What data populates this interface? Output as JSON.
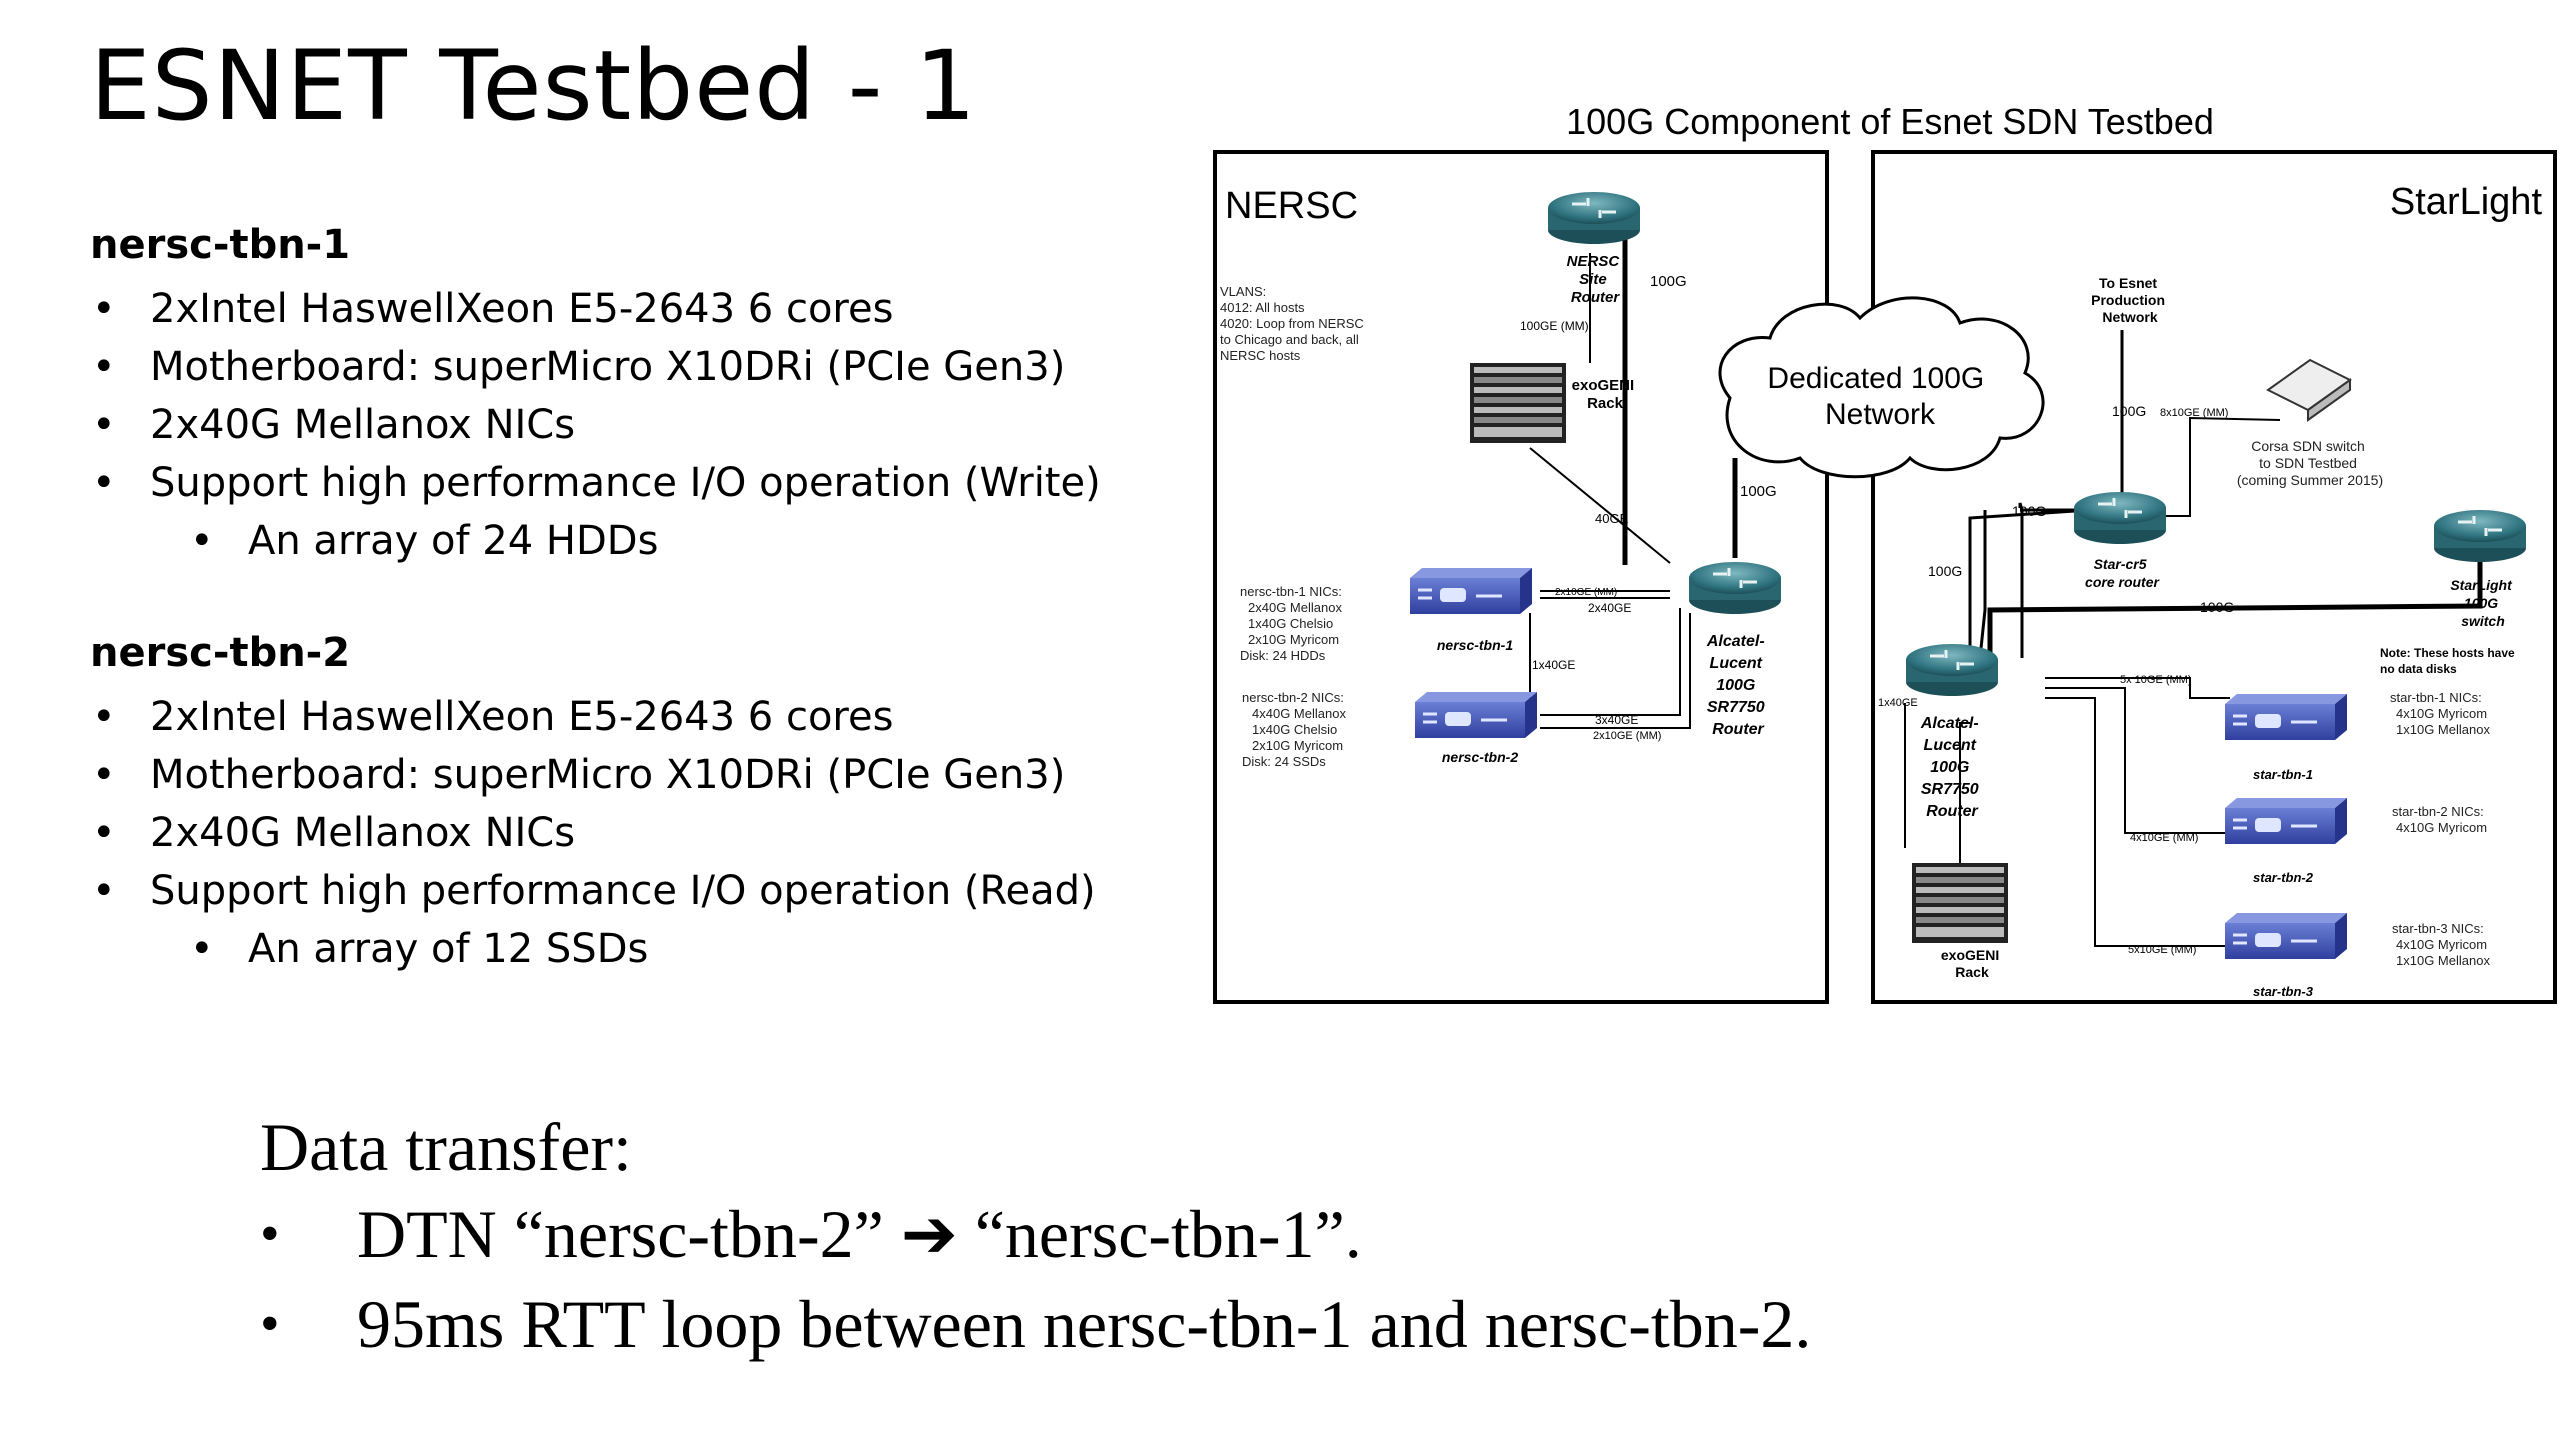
{
  "title": "ESNET Testbed - 1",
  "hosts": [
    {
      "name": "nersc-tbn-1",
      "bullets": [
        "2xIntel HaswellXeon E5-2643 6 cores",
        "Motherboard: superMicro X10DRi (PCIe Gen3)",
        "2x40G Mellanox NICs",
        "Support high performance I/O operation (Write)"
      ],
      "sub_bullet": "An array of 24 HDDs"
    },
    {
      "name": "nersc-tbn-2",
      "bullets": [
        "2xIntel HaswellXeon E5-2643 6 cores",
        "Motherboard: superMicro X10DRi (PCIe Gen3)",
        "2x40G Mellanox NICs",
        "Support high performance I/O operation (Read)"
      ],
      "sub_bullet": "An array of 12 SSDs"
    }
  ],
  "transfer": {
    "heading": "Data transfer:",
    "items": [
      "DTN “nersc-tbn-2” ➔ “nersc-tbn-1”.",
      "95ms RTT loop between nersc-tbn-1 and nersc-tbn-2."
    ]
  },
  "diagram": {
    "title": "100G Component of Esnet SDN Testbed",
    "nersc": {
      "label": "NERSC",
      "vlans": [
        "VLANS:",
        "4012: All hosts",
        "4020: Loop from NERSC",
        "to Chicago and back, all",
        "NERSC hosts"
      ],
      "site_router": [
        "NERSC",
        "Site",
        "Router"
      ],
      "exogeni": [
        "exoGENI",
        "Rack"
      ],
      "alcatel": [
        "Alcatel-",
        "Lucent",
        "100G",
        "SR7750",
        "Router"
      ],
      "tbn1_label": "nersc-tbn-1",
      "tbn2_label": "nersc-tbn-2",
      "tbn1_nics": [
        "nersc-tbn-1 NICs:",
        "2x40G Mellanox",
        "1x40G Chelsio",
        "2x10G Myricom",
        "Disk: 24 HDDs"
      ],
      "tbn2_nics": [
        "nersc-tbn-2 NICs:",
        "4x40G Mellanox",
        "1x40G Chelsio",
        "2x10G Myricom",
        "Disk: 24 SSDs"
      ],
      "link_100g": "100G",
      "link_100ge_mm": "100GE (MM)",
      "link_40ge": "40GE",
      "link_1x40ge": "1x40GE",
      "link_2x10ge_mm": "2x10GE (MM)",
      "link_2x40ge": "2x40GE",
      "link_3x40ge": "3x40GE",
      "link_2x10ge_mm_b": "2x10GE (MM)"
    },
    "cloud": [
      "Dedicated 100G",
      "Network"
    ],
    "cloud_link": "100G",
    "starlight": {
      "label": "StarLight",
      "esnet_prod": [
        "To Esnet",
        "Production",
        "Network"
      ],
      "link_100g_a": "100G",
      "link_100g_b": "100G",
      "link_100g_c": "100G",
      "link_100g_d": "100G",
      "corsa_link": "8x10GE (MM)",
      "corsa_note": [
        "Corsa SDN switch",
        "to SDN Testbed",
        "(coming Summer 2015)"
      ],
      "star_cr5": [
        "Star-cr5",
        "core router"
      ],
      "starlight_switch": [
        "StarLight",
        "100G",
        "switch"
      ],
      "note": [
        "Note: These hosts have",
        "no data disks"
      ],
      "alcatel": [
        "Alcatel-",
        "Lucent",
        "100G",
        "SR7750",
        "Router"
      ],
      "link_1x40ge": "1x40GE",
      "exogeni": [
        "exoGENI",
        "Rack"
      ],
      "link_5x10ge": "5x 10GE (MM)",
      "link_4x10ge": "4x10GE (MM)",
      "link_5x10ge_b": "5x10GE (MM)",
      "tbn1_label": "star-tbn-1",
      "tbn2_label": "star-tbn-2",
      "tbn3_label": "star-tbn-3",
      "tbn1_nics": [
        "star-tbn-1 NICs:",
        "4x10G Myricom",
        "1x10G Mellanox"
      ],
      "tbn2_nics": [
        "star-tbn-2 NICs:",
        "4x10G Myricom"
      ],
      "tbn3_nics": [
        "star-tbn-3 NICs:",
        "4x10G Myricom",
        "1x10G Mellanox"
      ]
    }
  }
}
